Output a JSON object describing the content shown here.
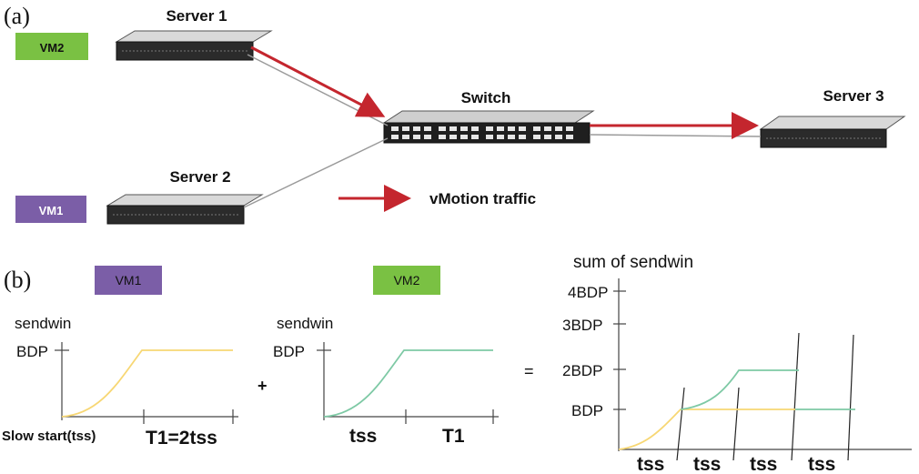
{
  "panel_a": {
    "label": "(a)",
    "servers": [
      "Server 1",
      "Server 2",
      "Server 3"
    ],
    "switch_label": "Switch",
    "vm_tags": [
      "VM2",
      "VM1"
    ],
    "legend": "vMotion traffic"
  },
  "panel_b": {
    "label": "(b)",
    "vm_tags": [
      "VM1",
      "VM2"
    ],
    "plus": "+",
    "equals": "=",
    "plot1": {
      "ylabel": "sendwin",
      "ytick": "BDP",
      "xlabels": [
        "Slow start(tss)",
        "T1=2tss"
      ]
    },
    "plot2": {
      "ylabel": "sendwin",
      "ytick": "BDP",
      "xlabels": [
        "tss",
        "T1"
      ]
    },
    "plot3": {
      "title": "sum of sendwin",
      "yticks": [
        "4BDP",
        "3BDP",
        "2BDP",
        "BDP"
      ],
      "xlabels": [
        "tss",
        "tss",
        "tss",
        "tss"
      ]
    }
  },
  "colors": {
    "arrow": "#c4262e",
    "vm_green": "#7ac143",
    "vm_purple": "#7b5ea7",
    "curve_yellow": "#f7d774",
    "curve_green": "#7ec9a5"
  }
}
